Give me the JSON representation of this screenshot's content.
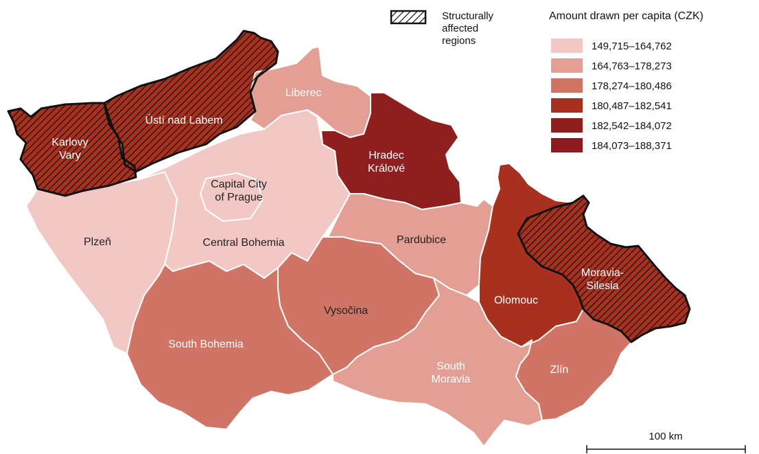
{
  "legend": {
    "title": "Amount drawn per capita (CZK)",
    "structural_label_lines": [
      "Structurally",
      "affected",
      "regions"
    ],
    "classes": [
      {
        "label": "149,715–164,762",
        "color": "#f2c8c4"
      },
      {
        "label": "164,763–178,273",
        "color": "#e39f93"
      },
      {
        "label": "178,274–180,486",
        "color": "#d07565"
      },
      {
        "label": "180,487–182,541",
        "color": "#a8301f"
      },
      {
        "label": "182,542–184,072",
        "color": "#8f1f1f"
      },
      {
        "label": "184,073–188,371",
        "color": "#8c1a1f"
      }
    ]
  },
  "scale_bar": {
    "label": "100 km"
  },
  "regions": [
    {
      "id": "karlovy-vary",
      "lines": [
        "Karlovy",
        "Vary"
      ],
      "class": 3,
      "structural": true
    },
    {
      "id": "usti",
      "lines": [
        "Ústí nad Labem"
      ],
      "class": 3,
      "structural": true
    },
    {
      "id": "liberec",
      "lines": [
        "Liberec"
      ],
      "class": 1,
      "structural": false
    },
    {
      "id": "hradec",
      "lines": [
        "Hradec",
        "Králové"
      ],
      "class": 4,
      "structural": false
    },
    {
      "id": "prague",
      "lines": [
        "Capital City",
        "of Prague"
      ],
      "class": 0,
      "structural": false
    },
    {
      "id": "plzen",
      "lines": [
        "Plzeň"
      ],
      "class": 0,
      "structural": false
    },
    {
      "id": "central-bohemia",
      "lines": [
        "Central Bohemia"
      ],
      "class": 0,
      "structural": false
    },
    {
      "id": "pardubice",
      "lines": [
        "Pardubice"
      ],
      "class": 1,
      "structural": false
    },
    {
      "id": "olomouc",
      "lines": [
        "Olomouc"
      ],
      "class": 3,
      "structural": false
    },
    {
      "id": "moravia-silesia",
      "lines": [
        "Moravia-",
        "Silesia"
      ],
      "class": 3,
      "structural": true
    },
    {
      "id": "vysocina",
      "lines": [
        "Vysočina"
      ],
      "class": 2,
      "structural": false
    },
    {
      "id": "south-bohemia",
      "lines": [
        "South Bohemia"
      ],
      "class": 2,
      "structural": false
    },
    {
      "id": "south-moravia",
      "lines": [
        "South",
        "Moravia"
      ],
      "class": 1,
      "structural": false
    },
    {
      "id": "zlin",
      "lines": [
        "Zlín"
      ],
      "class": 2,
      "structural": false
    }
  ]
}
